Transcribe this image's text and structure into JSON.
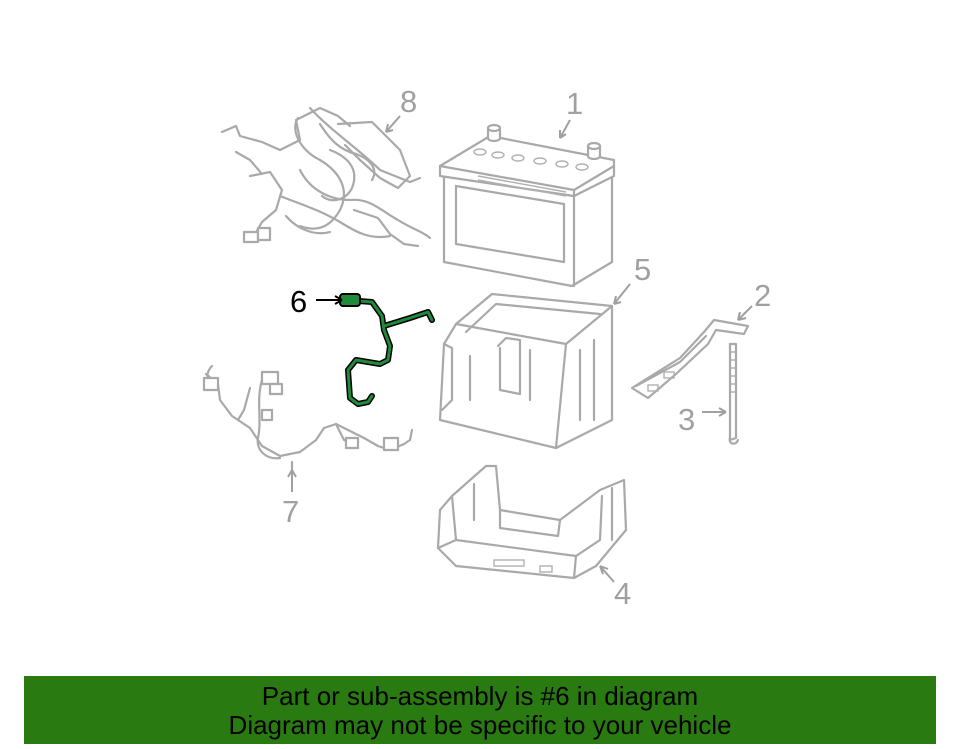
{
  "callouts": {
    "battery": "1",
    "hold_down_bracket": "2",
    "hold_down_rod": "3",
    "battery_tray": "4",
    "battery_box": "5",
    "cable": "6",
    "harness_lower": "7",
    "harness_upper": "8"
  },
  "highlight_color": "#1f8a3a",
  "banner": {
    "line1": "Part or sub-assembly is #6 in diagram",
    "line2": "Diagram may not be specific to your vehicle",
    "background": "#2a7a12"
  }
}
